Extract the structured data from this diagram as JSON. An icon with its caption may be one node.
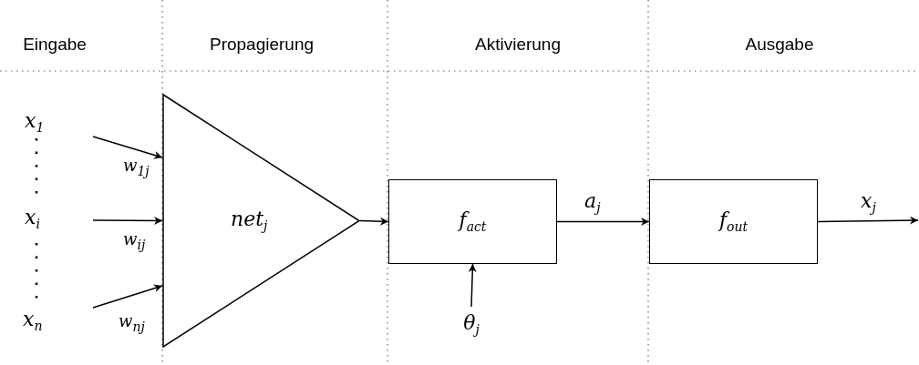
{
  "diagram": {
    "nodes": [
      {
        "text": [
          "net$_{j}$"
        ]
      },
      {
        "text": [
          "f$_{act}$"
        ]
      },
      {
        "text": [
          "f$_{out}$"
        ]
      },
      {
        "text": [
          "θ$_{j}$"
        ]
      }
    ],
    "edges": [
      {
        "from": null,
        "to": 0,
        "arrow": "to",
        "label": "w$_{1j}$"
      },
      {
        "from": null,
        "to": 0,
        "arrow": "to",
        "label": "w$_{ij}$"
      },
      {
        "from": null,
        "to": 0,
        "arrow": "to",
        "label": "w$_{nj}$"
      },
      {
        "from": 0,
        "to": 1,
        "arrow": "to"
      },
      {
        "from": 3,
        "to": 1,
        "arrow": "to"
      },
      {
        "from": 1,
        "to": 2,
        "arrow": "to",
        "label": "a$_{j}$"
      },
      {
        "from": 2,
        "to": null,
        "arrow": "to",
        "label": "x$_{j}$"
      }
    ],
    "labels": [
      "Eingabe",
      "Propagierung",
      "Aktivierung",
      "Ausgabe",
      "x$_{1}$",
      "x$_{i}$",
      "x$_{n}$"
    ]
  }
}
